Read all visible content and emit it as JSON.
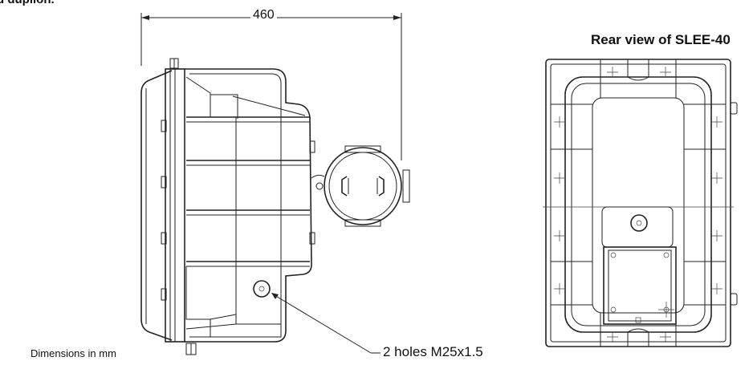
{
  "heading_partial": "d duplion.",
  "dimension_width": "460",
  "rear_view_title": "Rear view of SLEE-40",
  "units_note": "Dimensions in mm",
  "holes_note": "2 holes M25x1.5",
  "colors": {
    "line": "#222222",
    "background": "#ffffff"
  }
}
